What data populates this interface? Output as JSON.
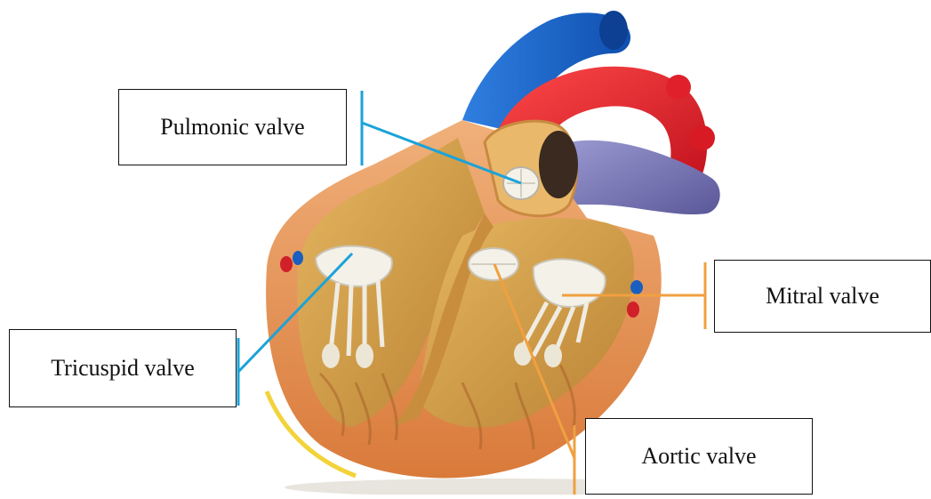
{
  "labels": {
    "pulmonic": "Pulmonic valve",
    "mitral": "Mitral valve",
    "tricuspid": "Tricuspid valve",
    "aortic": "Aortic valve"
  },
  "colors": {
    "right_side_leader": "#1aa3d9",
    "left_side_leader": "#f0a040",
    "aorta": "#e0202a",
    "vena_cava": "#1a63c8",
    "pulmonary_vein": "#7a78b8",
    "myocardium_inner": "#d9a24e",
    "myocardium_outer": "#e8924a",
    "valve": "#f4f1e8"
  }
}
